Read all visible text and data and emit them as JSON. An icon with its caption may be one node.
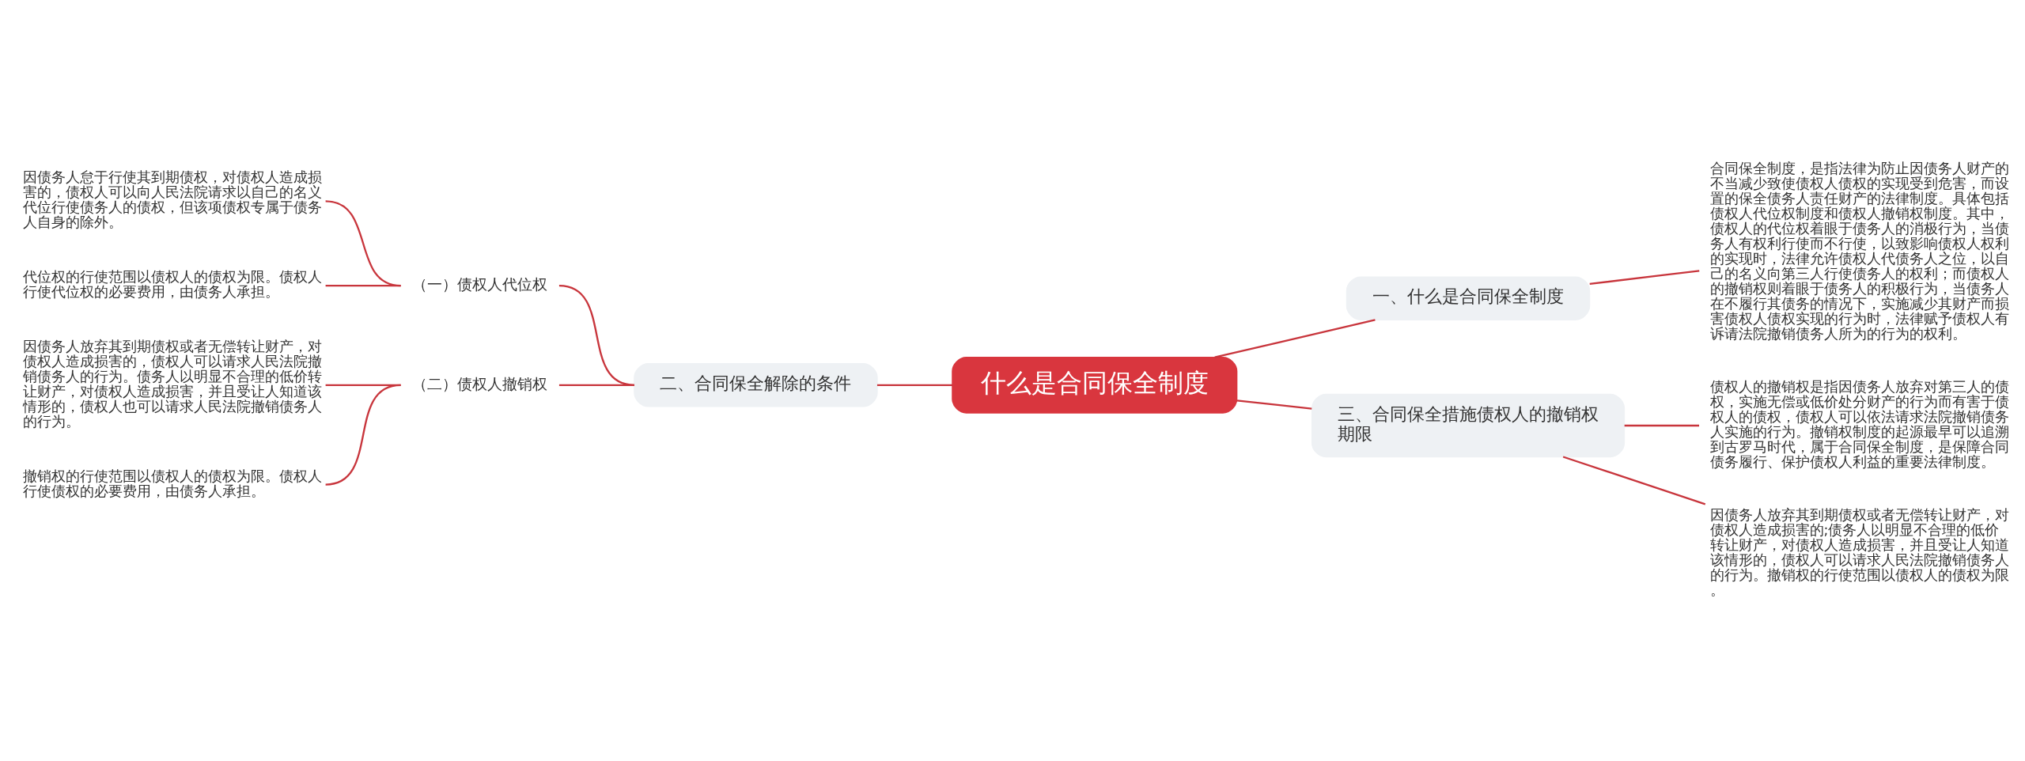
{
  "diagram": {
    "nodes": [
      {
        "text": [
          "什么是合同保全制度"
        ]
      },
      {
        "text": [
          "一、什么是合同保全制度"
        ]
      },
      {
        "text": [
          "合同保全制度，是指法律为防止因债务人财产的不当减少致使债权人债权的实现受到危害，而设置的保全债务人责任财产的法律制度。具体包括债权人代位权制度和债权人撤销权制度。其中，债权人的代位权着眼于债务人的消极行为，当债务人有权利行使而不行使，以致影响债权人权利的实现时，法律允许债权人代债务人之位，以自己的名义向第三人行使债务人的权利；而债权人的撤销权则着眼于债务人的积极行为，当债务人在不履行其债务的情况下，实施减少其财产而损害债权人债权实现的行为时，法律赋予债权人有诉请法院撤销债务人所为的行为的权利。"
        ]
      },
      {
        "text": [
          "二、合同保全解除的条件"
        ]
      },
      {
        "text": [
          "（一）债权人代位权"
        ]
      },
      {
        "text": [
          "因债务人怠于行使其到期债权，对债权人造成损害的，债权人可以向人民法院请求以自己的名义代位行使债务人的债权，但该项债权专属于债务人自身的除外。"
        ]
      },
      {
        "text": [
          "代位权的行使范围以债权人的债权为限。债权人行使代位权的必要费用，由债务人承担。"
        ]
      },
      {
        "text": [
          "（二）债权人撤销权"
        ]
      },
      {
        "text": [
          "因债务人放弃其到期债权或者无偿转让财产，对债权人造成损害的，债权人可以请求人民法院撤销债务人的行为。债务人以明显不合理的低价转让财产，对债权人造成损害，并且受让人知道该情形的，债权人也可以请求人民法院撤销债务人的行为。"
        ]
      },
      {
        "text": [
          "撤销权的行使范围以债权人的债权为限。债权人行使债权的必要费用，由债务人承担。"
        ]
      },
      {
        "text": [
          "三、合同保全措施债权人的撤销权期限"
        ]
      },
      {
        "text": [
          "债权人的撤销权是指因债务人放弃对第三人的债权，实施无偿或低价处分财产的行为而有害于债权人的债权，债权人可以依法请求法院撤销债务人实施的行为。撤销权制度的起源最早可以追溯到古罗马时代，属于合同保全制度，是保障合同债务履行、保护债权人利益的重要法律制度。"
        ]
      },
      {
        "text": [
          "因债务人放弃其到期债权或者无偿转让财产，对债权人造成损害的;债务人以明显不合理的低价转让财产，对债权人造成损害，并且受让人知道该情形的，债权人可以请求人民法院撤销债务人的行为。撤销权的行使范围以债权人的债权为限。"
        ]
      }
    ],
    "edges": [
      {
        "from": 0,
        "to": 1,
        "arrow": "none"
      },
      {
        "from": 1,
        "to": 2,
        "arrow": "none"
      },
      {
        "from": 0,
        "to": 3,
        "arrow": "none"
      },
      {
        "from": 3,
        "to": 4,
        "arrow": "none"
      },
      {
        "from": 4,
        "to": 5,
        "arrow": "none"
      },
      {
        "from": 4,
        "to": 6,
        "arrow": "none"
      },
      {
        "from": 3,
        "to": 7,
        "arrow": "none"
      },
      {
        "from": 7,
        "to": 8,
        "arrow": "none"
      },
      {
        "from": 7,
        "to": 9,
        "arrow": "none"
      },
      {
        "from": 0,
        "to": 10,
        "arrow": "none"
      },
      {
        "from": 10,
        "to": 11,
        "arrow": "none"
      },
      {
        "from": 10,
        "to": 12,
        "arrow": "none"
      }
    ]
  }
}
